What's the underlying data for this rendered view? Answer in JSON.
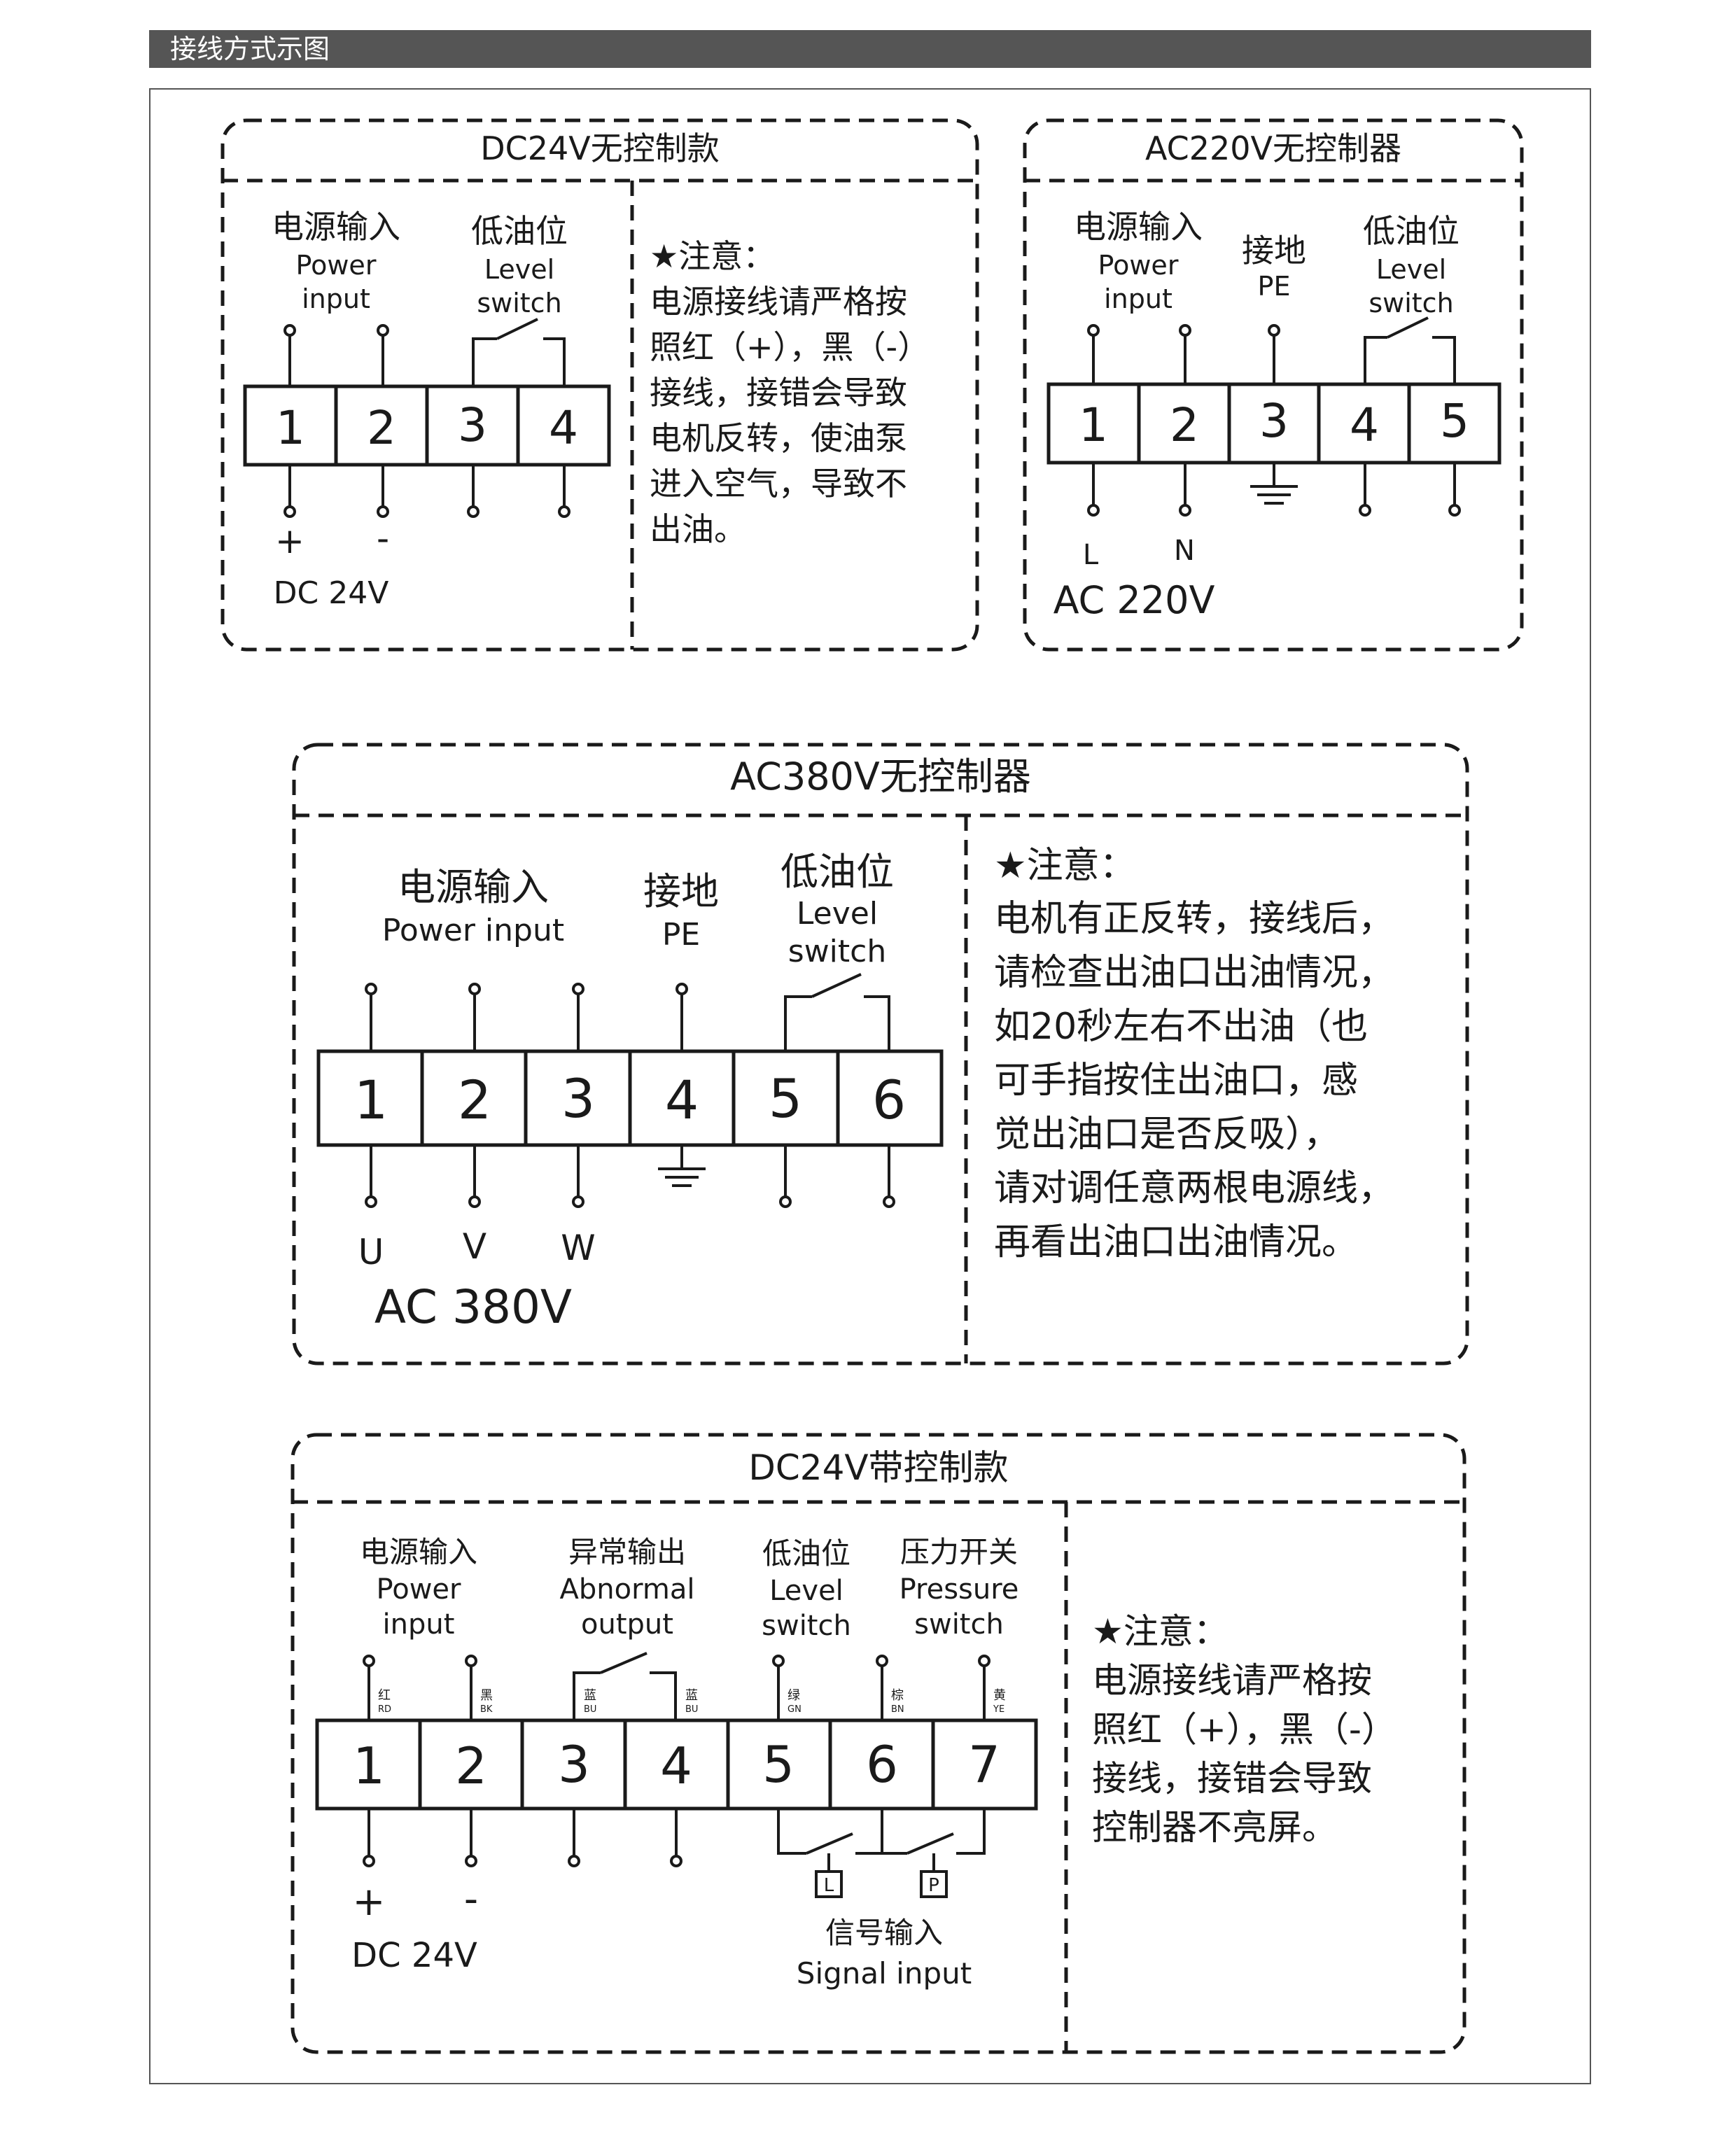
{
  "header": {
    "title": "接线方式示图"
  },
  "panels": {
    "dc24_basic": {
      "title": "DC24V无控制款",
      "power_zh": "电源输入",
      "power_en_1": "Power",
      "power_en_2": "input",
      "level_zh": "低油位",
      "level_en_1": "Level",
      "level_en_2": "switch",
      "terminals": [
        "1",
        "2",
        "3",
        "4"
      ],
      "plus": "+",
      "minus": "-",
      "supply": "DC 24V",
      "note": [
        "★注意：",
        "电源接线请严格按",
        "照红（+），黑（-）",
        "接线，接错会导致",
        "电机反转，使油泵",
        "进入空气，导致不",
        "出油。"
      ]
    },
    "ac220": {
      "title": "AC220V无控制器",
      "power_zh": "电源输入",
      "power_en_1": "Power",
      "power_en_2": "input",
      "ground_zh": "接地",
      "ground_en": "PE",
      "level_zh": "低油位",
      "level_en_1": "Level",
      "level_en_2": "switch",
      "terminals": [
        "1",
        "2",
        "3",
        "4",
        "5"
      ],
      "l_label": "L",
      "n_label": "N",
      "supply": "AC 220V"
    },
    "ac380": {
      "title": "AC380V无控制器",
      "power_zh": "电源输入",
      "power_en": "Power input",
      "ground_zh": "接地",
      "ground_en": "PE",
      "level_zh": "低油位",
      "level_en_1": "Level",
      "level_en_2": "switch",
      "terminals": [
        "1",
        "2",
        "3",
        "4",
        "5",
        "6"
      ],
      "u_label": "U",
      "v_label": "V",
      "w_label": "W",
      "supply": "AC 380V",
      "note": [
        "★注意：",
        "电机有正反转，接线后，",
        "请检查出油口出油情况，",
        "如20秒左右不出油（也",
        "可手指按住出油口，感",
        "觉出油口是否反吸），",
        "请对调任意两根电源线，",
        "再看出油口出油情况。"
      ]
    },
    "dc24_ctrl": {
      "title": "DC24V带控制款",
      "power_zh": "电源输入",
      "power_en_1": "Power",
      "power_en_2": "input",
      "abn_zh": "异常输出",
      "abn_en_1": "Abnormal",
      "abn_en_2": "output",
      "level_zh": "低油位",
      "level_en_1": "Level",
      "level_en_2": "switch",
      "press_zh": "压力开关",
      "press_en_1": "Pressure",
      "press_en_2": "switch",
      "terminals": [
        "1",
        "2",
        "3",
        "4",
        "5",
        "6",
        "7"
      ],
      "wire_zh": [
        "红",
        "黑",
        "蓝",
        "蓝",
        "绿",
        "棕",
        "黄"
      ],
      "wire_en": [
        "RD",
        "BK",
        "BU",
        "BU",
        "GN",
        "BN",
        "YE"
      ],
      "plus": "+",
      "minus": "-",
      "supply": "DC 24V",
      "box_l": "L",
      "box_p": "P",
      "signal_zh": "信号输入",
      "signal_en": "Signal input",
      "note": [
        "★注意：",
        "电源接线请严格按",
        "照红（+），黑（-）",
        "接线，接错会导致",
        "控制器不亮屏。"
      ]
    }
  }
}
